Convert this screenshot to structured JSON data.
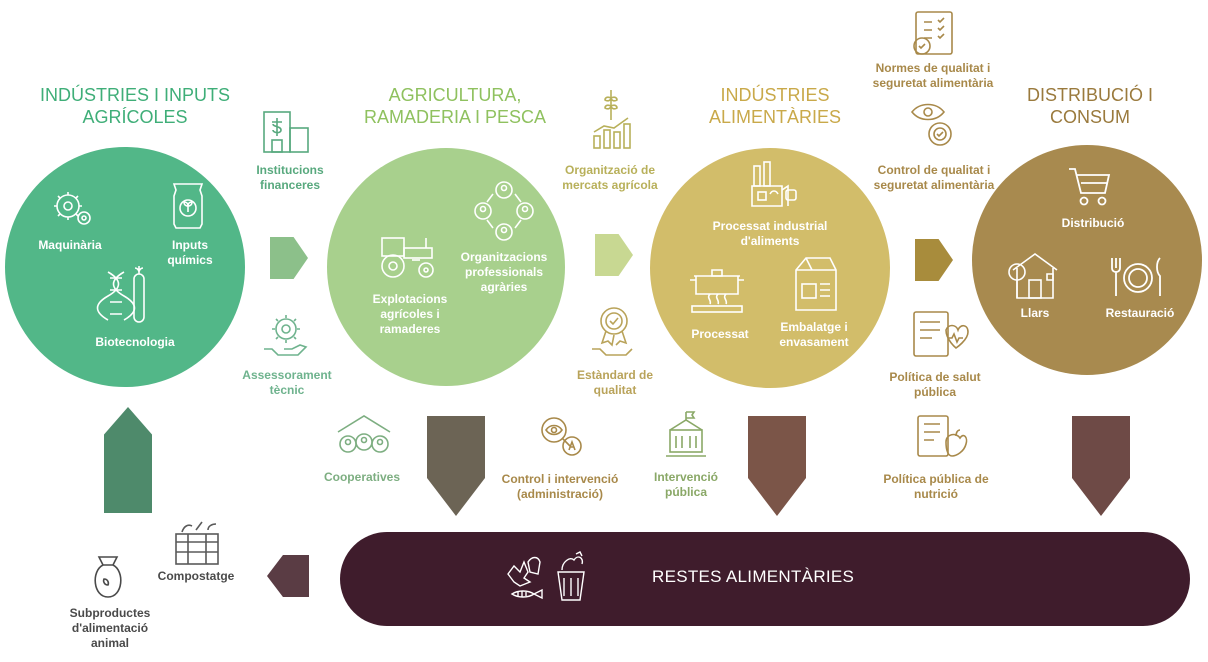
{
  "colors": {
    "green_dark": "#52b788",
    "green_light": "#a8d08d",
    "yellow": "#d2bd6a",
    "brown": "#a88a4f",
    "waste": "#3f1c2c",
    "arrow_green_dark": "#4e8a6b",
    "arrow_grey": "#6c6455",
    "arrow_brown": "#7b5548",
    "arrow_waste": "#5a3c44"
  },
  "stages": {
    "inputs": {
      "title": "INDÚSTRIES I INPUTS AGRÍCOLES",
      "items": [
        "Maquinària",
        "Inputs químics",
        "Biotecnologia"
      ]
    },
    "agriculture": {
      "title": "AGRICULTURA, RAMADERIA I PESCA",
      "items": [
        "Explotacions agrícoles i ramaderes",
        "Organitzacions professionals agràries"
      ]
    },
    "food_industry": {
      "title": "INDÚSTRIES ALIMENTÀRIES",
      "items": [
        "Processat industrial d'aliments",
        "Processat",
        "Embalatge i envasament"
      ]
    },
    "distribution": {
      "title": "DISTRIBUCIÓ I CONSUM",
      "items": [
        "Distribució",
        "Llars",
        "Restauració"
      ]
    }
  },
  "side_labels": {
    "institucions": "Institucions financeres",
    "assessorament": "Assessorament tècnic",
    "organitzacio": "Organització de mercats agrícola",
    "estandard": "Estàndard de qualitat",
    "normes": "Normes de qualitat i seguretat alimentària",
    "control_qualitat": "Control de qualitat i seguretat alimentària",
    "politica_salut": "Política de salut pública",
    "politica_nutricio": "Política pública de nutrició",
    "cooperatives": "Cooperatives",
    "control_intervencio": "Control i intervenció (administració)",
    "intervencio_publica": "Intervenció pública",
    "compostatge": "Compostatge",
    "subproductes": "Subproductes d'alimentació animal"
  },
  "waste_banner": "RESTES ALIMENTÀRIES",
  "icons": {
    "gears": "gears-icon",
    "seed_bag": "seed-bag-icon",
    "dna": "dna-test-tube-icon",
    "bank": "bank-building-icon",
    "hand_gear": "hand-gear-icon",
    "tractor": "tractor-icon",
    "people_network": "people-network-icon",
    "wheat_chart": "wheat-chart-icon",
    "quality_badge": "quality-badge-hand-icon",
    "factory": "factory-icon",
    "pot": "cooking-pot-icon",
    "packaging": "packaging-box-icon",
    "checklist": "checklist-icon",
    "eye_badge": "eye-badge-icon",
    "cart": "shopping-cart-icon",
    "house": "house-icon",
    "cutlery": "cutlery-plate-icon",
    "heart_doc": "health-document-icon",
    "nutrition_doc": "nutrition-document-icon",
    "cooperative": "cooperative-people-icon",
    "magnifier_badge": "magnifier-badge-icon",
    "city_hall": "city-hall-icon",
    "compost": "compost-bin-icon",
    "feed_bag": "feed-bag-icon",
    "food_waste": "food-waste-icon"
  }
}
